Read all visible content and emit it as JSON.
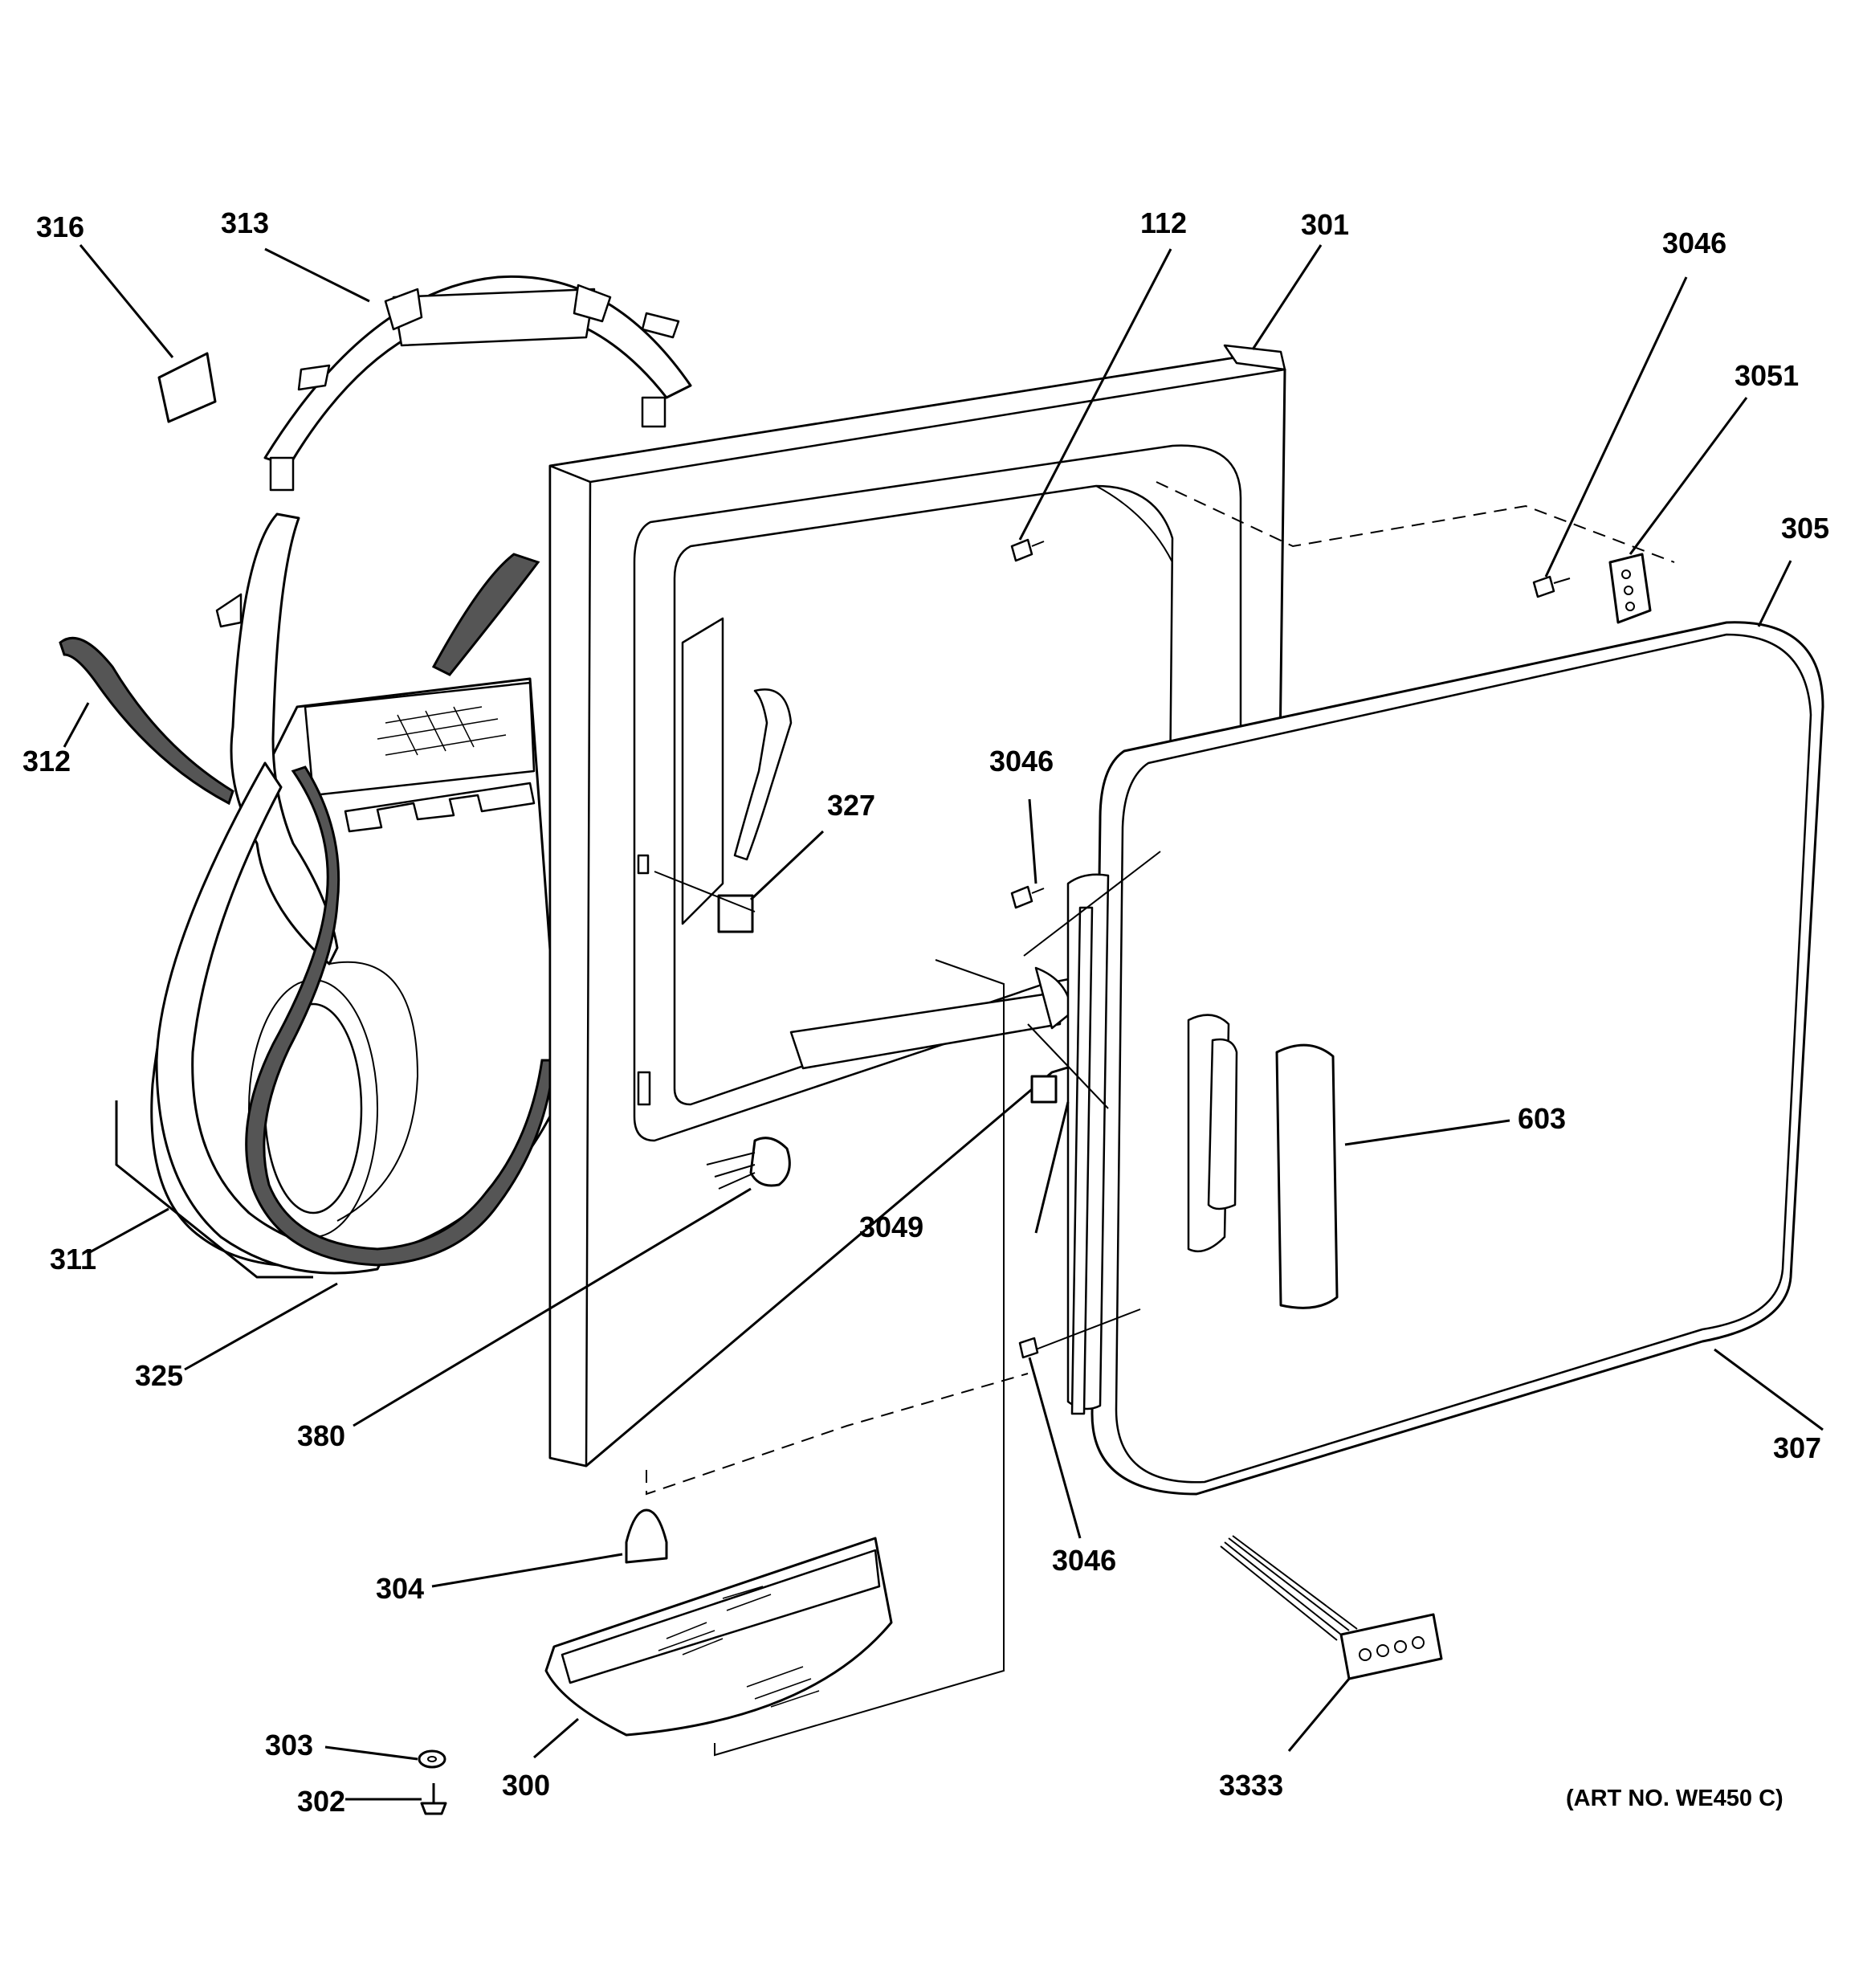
{
  "art_number": "(ART NO. WE450 C)",
  "labels": {
    "p316": "316",
    "p313": "313",
    "p112": "112",
    "p301": "301",
    "p3046_top": "3046",
    "p3051": "3051",
    "p305": "305",
    "p312": "312",
    "p3046_mid": "3046",
    "p327": "327",
    "p603": "603",
    "p3049": "3049",
    "p311": "311",
    "p325": "325",
    "p380": "380",
    "p307": "307",
    "p3046_bot": "3046",
    "p304": "304",
    "p303": "303",
    "p300": "300",
    "p3333": "3333",
    "p302": "302"
  }
}
